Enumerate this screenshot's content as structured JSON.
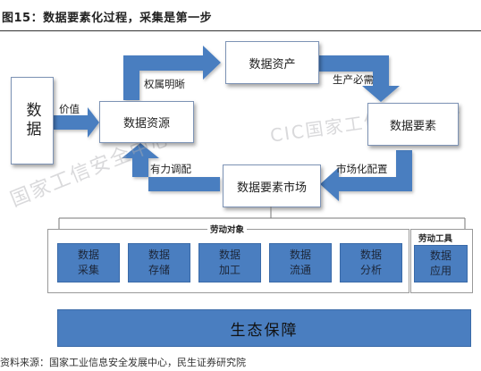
{
  "figure": {
    "title": "图15：数据要素化过程，采集是第一步",
    "source": "资料来源：国家工业信息安全发展中心，民生证券研究院"
  },
  "watermark": {
    "left_text": "国家工信安全中心",
    "right_text": "CIC国家工信安全中心"
  },
  "flow": {
    "start_node": "数据",
    "edge_start": "价值",
    "nodes": {
      "resource": "数据资源",
      "asset": "数据资产",
      "element": "数据要素",
      "market": "数据要素市场"
    },
    "edges": {
      "resource_to_asset": "权属明晰",
      "asset_to_element": "生产必需",
      "element_to_market": "市场化配置",
      "market_to_resource": "有力调配"
    }
  },
  "labor": {
    "objects_label": "劳动对象",
    "tools_label": "劳动工具",
    "objects": [
      {
        "line1": "数据",
        "line2": "采集"
      },
      {
        "line1": "数据",
        "line2": "存储"
      },
      {
        "line1": "数据",
        "line2": "加工"
      },
      {
        "line1": "数据",
        "line2": "流通"
      },
      {
        "line1": "数据",
        "line2": "分析"
      }
    ],
    "tools": [
      {
        "line1": "数据",
        "line2": "应用"
      }
    ]
  },
  "foundation": {
    "label": "生态保障"
  },
  "colors": {
    "arrow": "#4a7ec0",
    "cell": "#4a7ec0",
    "box_border": "#7d93b5"
  }
}
